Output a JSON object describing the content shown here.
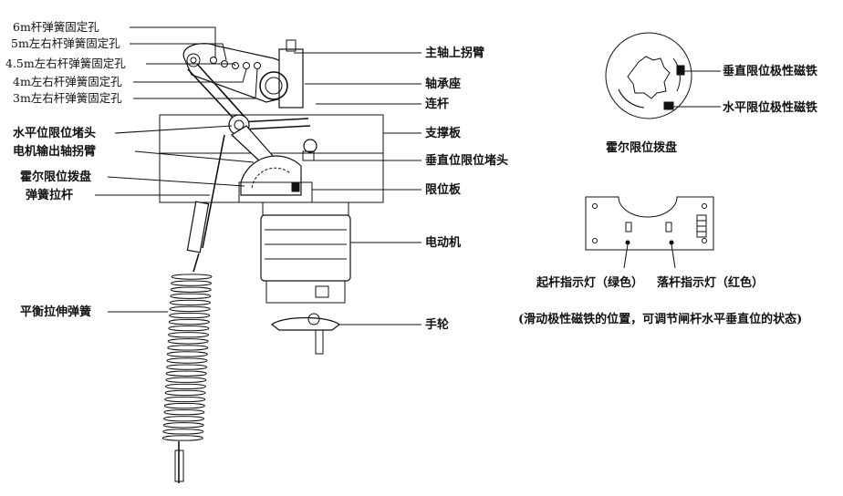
{
  "left_labels": {
    "hole_6m": "6m杆弹簧固定孔",
    "hole_5m": "5m左右杆弹簧固定孔",
    "hole_45m": "4.5m左右杆弹簧固定孔",
    "hole_4m": "4m左右杆弹簧固定孔",
    "hole_3m": "3m左右杆弹簧固定孔",
    "horizontal_stop": "水平位限位堵头",
    "motor_arm": "电机输出轴拐臂",
    "hall_disc": "霍尔限位拨盘",
    "spring_rod": "弹簧拉杆",
    "balance_spring": "平衡拉伸弹簧"
  },
  "right_labels": {
    "main_shaft_arm": "主轴上拐臂",
    "bearing_seat": "轴承座",
    "connecting_rod": "连杆",
    "support_plate": "支撑板",
    "vertical_stop": "垂直位限位堵头",
    "limit_plate": "限位板",
    "motor": "电动机",
    "handwheel": "手轮"
  },
  "disc_detail": {
    "vertical_magnet": "垂直限位极性磁铁",
    "horizontal_magnet": "水平限位极性磁铁",
    "caption": "霍尔限位拨盘"
  },
  "board_detail": {
    "raise_light": "起杆指示灯（绿色）",
    "lower_light": "落杆指示灯（红色）",
    "note": "(滑动极性磁铁的位置，可调节闸杆水平垂直位的状态)"
  }
}
